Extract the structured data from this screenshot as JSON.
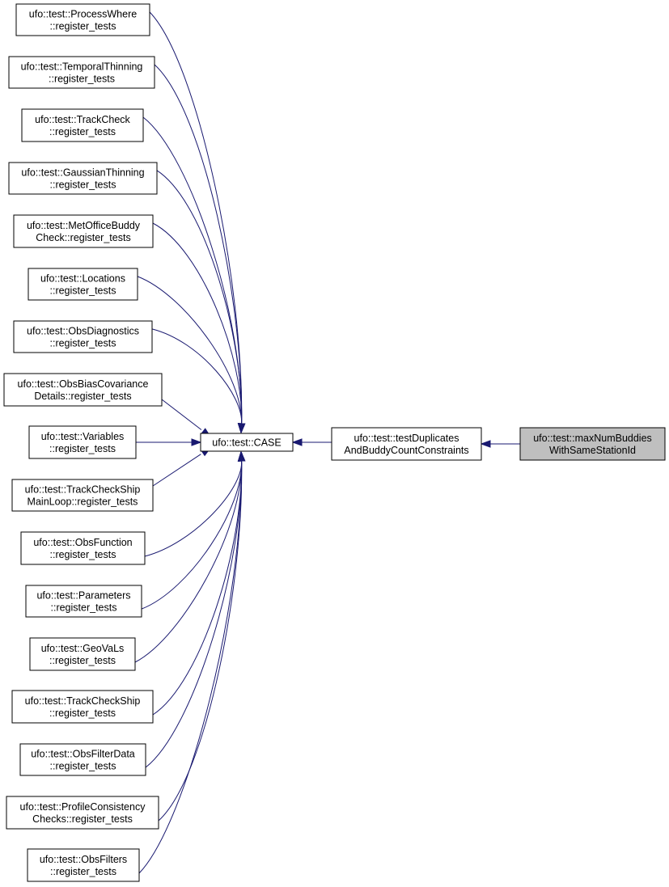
{
  "nodes": {
    "pw": [
      "ufo::test::ProcessWhere",
      "::register_tests"
    ],
    "tt": [
      "ufo::test::TemporalThinning",
      "::register_tests"
    ],
    "tc": [
      "ufo::test::TrackCheck",
      "::register_tests"
    ],
    "gt": [
      "ufo::test::GaussianThinning",
      "::register_tests"
    ],
    "mo": [
      "ufo::test::MetOfficeBuddy",
      "Check::register_tests"
    ],
    "lo": [
      "ufo::test::Locations",
      "::register_tests"
    ],
    "od": [
      "ufo::test::ObsDiagnostics",
      "::register_tests"
    ],
    "ob": [
      "ufo::test::ObsBiasCovariance",
      "Details::register_tests"
    ],
    "va": [
      "ufo::test::Variables",
      "::register_tests"
    ],
    "tm": [
      "ufo::test::TrackCheckShip",
      "MainLoop::register_tests"
    ],
    "of": [
      "ufo::test::ObsFunction",
      "::register_tests"
    ],
    "pa": [
      "ufo::test::Parameters",
      "::register_tests"
    ],
    "gv": [
      "ufo::test::GeoVaLs",
      "::register_tests"
    ],
    "ts": [
      "ufo::test::TrackCheckShip",
      "::register_tests"
    ],
    "fd": [
      "ufo::test::ObsFilterData",
      "::register_tests"
    ],
    "pc": [
      "ufo::test::ProfileConsistency",
      "Checks::register_tests"
    ],
    "ofs": [
      "ufo::test::ObsFilters",
      "::register_tests"
    ],
    "case": [
      "ufo::test::CASE"
    ],
    "dup": [
      "ufo::test::testDuplicates",
      "AndBuddyCountConstraints"
    ],
    "max": [
      "ufo::test::maxNumBuddies",
      "WithSameStationId"
    ]
  },
  "colors": {
    "edge": "#191970",
    "highlight_fill": "#bfbfbf",
    "node_border": "#000000"
  }
}
